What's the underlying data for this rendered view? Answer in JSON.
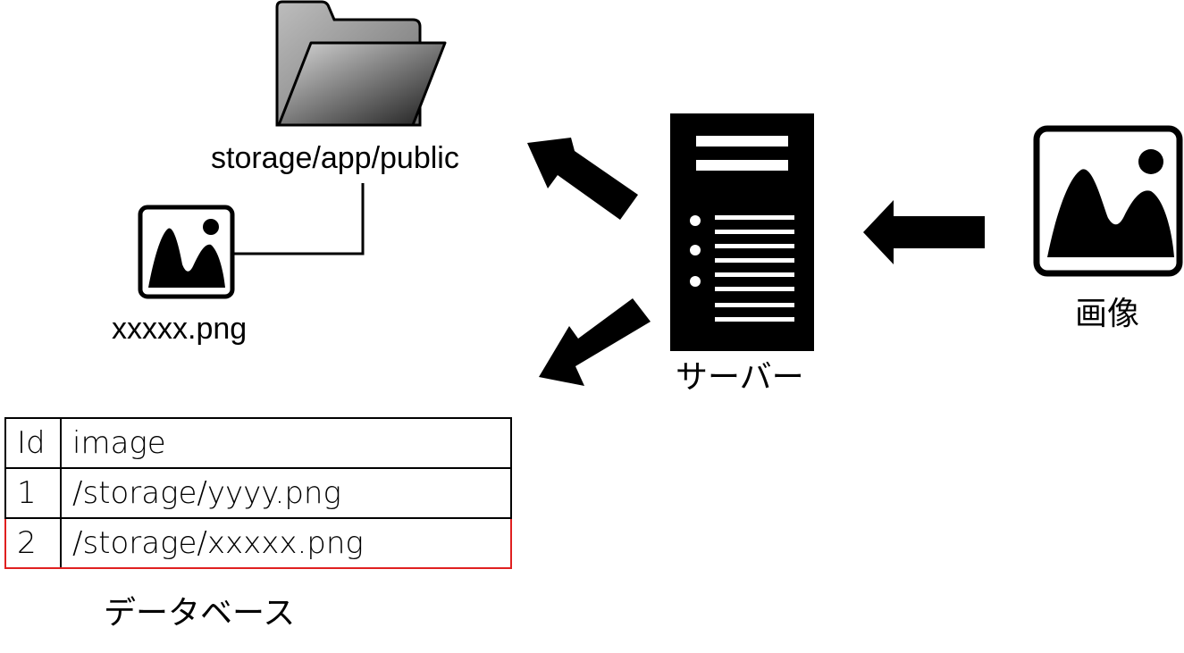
{
  "folder": {
    "icon": "folder-icon",
    "label": "storage/app/public"
  },
  "stored_file": {
    "icon": "image-file-icon",
    "label": "xxxxx.png"
  },
  "server": {
    "icon": "server-icon",
    "label": "サーバー"
  },
  "source_image": {
    "icon": "image-icon",
    "label": "画像"
  },
  "database": {
    "label": "データベース",
    "columns": [
      "Id",
      "image"
    ],
    "rows": [
      {
        "id": "1",
        "image": "/storage/yyyy.png"
      },
      {
        "id": "2",
        "image": "/storage/xxxxx.png",
        "highlighted": true
      }
    ],
    "highlight_color": "#e02020"
  },
  "arrows": [
    {
      "from": "source_image",
      "to": "server"
    },
    {
      "from": "server",
      "to": "folder"
    },
    {
      "from": "server",
      "to": "database"
    }
  ]
}
